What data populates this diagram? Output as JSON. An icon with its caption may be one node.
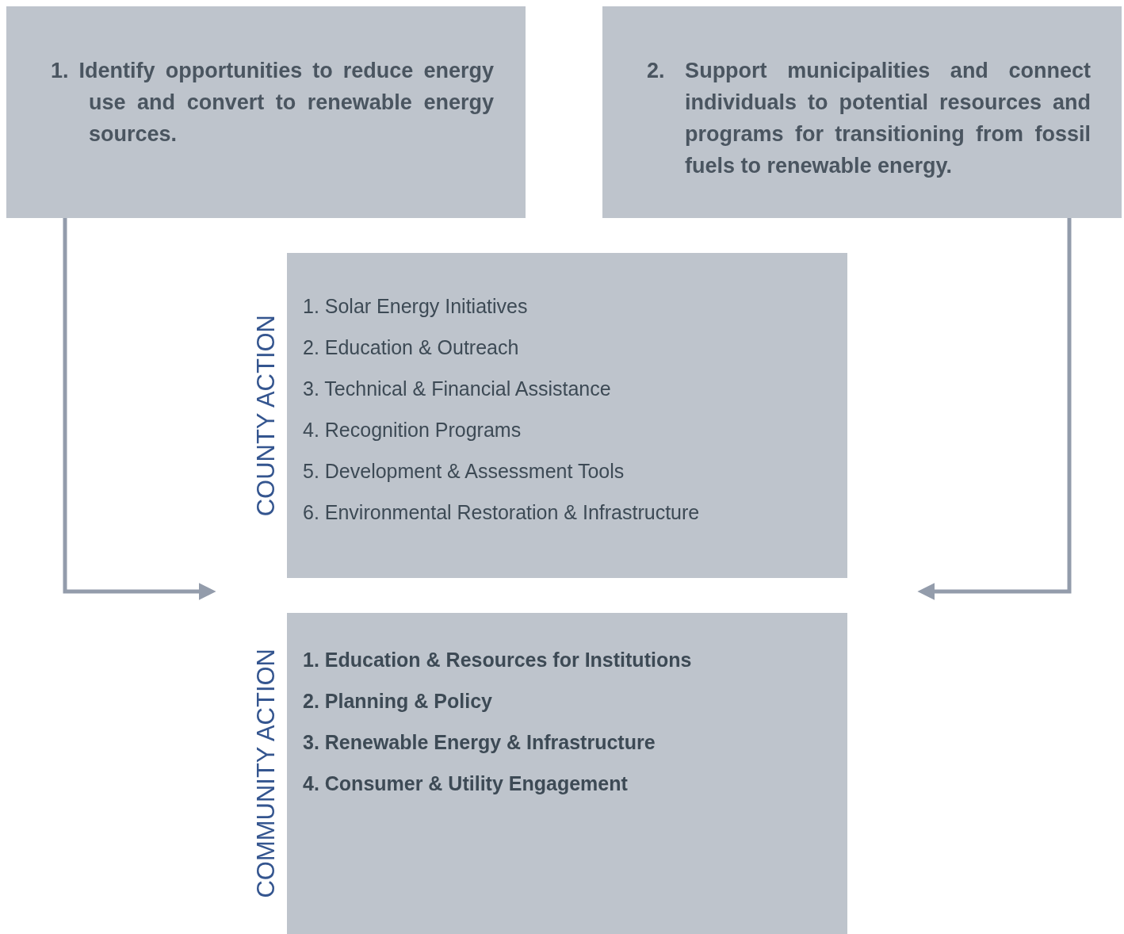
{
  "diagram": {
    "nodes": [
      {
        "text": [
          "1. Identify opportunities to reduce energy use and convert to renewable energy sources."
        ]
      },
      {
        "text": [
          "2. Support municipalities and connect individuals to potential resources and programs for transitioning from fossil fuels to renewable energy."
        ]
      },
      {
        "text": [
          "COUNTY ACTION",
          "1. Solar Energy Initiatives",
          "2. Education & Outreach",
          "3. Technical & Financial Assistance",
          "4. Recognition Programs",
          "5. Development & Assessment Tools",
          "6. Environmental Restoration & Infrastructure"
        ]
      },
      {
        "text": [
          "COMMUNITY ACTION",
          "1. Education & Resources for Institutions",
          "2. Planning & Policy",
          "3. Renewable Energy & Infrastructure",
          "4. Consumer & Utility Engagement"
        ]
      }
    ],
    "edges": [
      {
        "from": 0,
        "to": null,
        "arrow": "to"
      },
      {
        "from": 1,
        "to": null,
        "arrow": "to"
      }
    ]
  }
}
